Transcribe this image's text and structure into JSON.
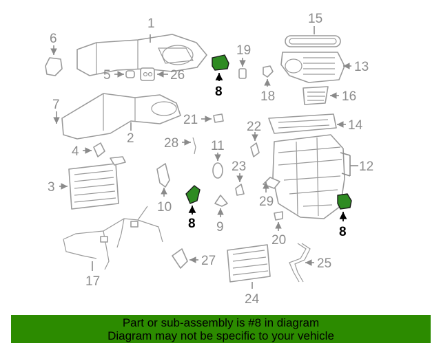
{
  "highlight_color": "#2c8b00",
  "banner": {
    "line1": "Part or sub-assembly is #8 in diagram",
    "line2": "Diagram may not be specific to your vehicle"
  },
  "callouts": {
    "c1": "1",
    "c2": "2",
    "c3": "3",
    "c4": "4",
    "c5": "5",
    "c6": "6",
    "c7": "7",
    "c8a": "8",
    "c8b": "8",
    "c8c": "8",
    "c9": "9",
    "c10": "10",
    "c11": "11",
    "c12": "12",
    "c13": "13",
    "c14": "14",
    "c15": "15",
    "c16": "16",
    "c17": "17",
    "c18": "18",
    "c19": "19",
    "c20": "20",
    "c21": "21",
    "c22": "22",
    "c23": "23",
    "c24": "24",
    "c25": "25",
    "c26": "26",
    "c27": "27",
    "c28": "28",
    "c29": "29"
  }
}
